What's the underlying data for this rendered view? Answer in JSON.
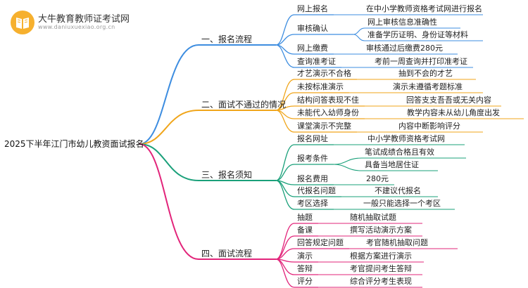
{
  "brand": {
    "name_cn": "大牛教育教师证考试网",
    "url": "www.daniuxuexiao.org.cn",
    "icon": "book-icon",
    "colors": {
      "circle": "#f6b02e",
      "book": "#ffffff"
    }
  },
  "root": {
    "label": "2025下半年江门市幼儿教资面试报名"
  },
  "colors": {
    "blue": "#3d8de0",
    "orange": "#f0a51a",
    "green": "#1aa07a",
    "pink": "#e2247a"
  },
  "branches": [
    {
      "label": "一、报名流程",
      "color": "blue",
      "children": [
        {
          "label": "网上报名",
          "leaves": [
            "在中小学教师资格考试网进行报名"
          ]
        },
        {
          "label": "审核确认",
          "leaves": [
            "网上审核信息准确性",
            "准备学历证明、身份证等材料"
          ]
        },
        {
          "label": "网上缴费",
          "leaves": [
            "审核通过后缴费280元"
          ]
        },
        {
          "label": "查询准考证",
          "leaves": [
            "考前一周查询并打印准考证"
          ]
        }
      ]
    },
    {
      "label": "二、面试不通过的情况",
      "color": "orange",
      "children": [
        {
          "label": "才艺演示不合格",
          "leaves": [
            "抽到不会的才艺"
          ]
        },
        {
          "label": "未按标准演示",
          "leaves": [
            "演示未遵循考题标准"
          ]
        },
        {
          "label": "结构问答表现不佳",
          "leaves": [
            "回答支支吾吾或无关内容"
          ]
        },
        {
          "label": "未能代入幼师身份",
          "leaves": [
            "教学内容未从幼儿角度出发"
          ]
        },
        {
          "label": "课堂演示不完整",
          "leaves": [
            "内容中断影响评分"
          ]
        }
      ]
    },
    {
      "label": "三、报名须知",
      "color": "green",
      "children": [
        {
          "label": "报名网址",
          "leaves": [
            "中小学教师资格考试网"
          ]
        },
        {
          "label": "报考条件",
          "leaves": [
            "笔试成绩合格且有效",
            "具备当地居住证"
          ]
        },
        {
          "label": "报名费用",
          "leaves": [
            "280元"
          ]
        },
        {
          "label": "代报名问题",
          "leaves": [
            "不建议代报名"
          ]
        },
        {
          "label": "考区选择",
          "leaves": [
            "一般只能选择一个考区"
          ]
        }
      ]
    },
    {
      "label": "四、面试流程",
      "color": "pink",
      "children": [
        {
          "label": "抽题",
          "leaves": [
            "随机抽取试题"
          ]
        },
        {
          "label": "备课",
          "leaves": [
            "撰写活动演示方案"
          ]
        },
        {
          "label": "回答规定问题",
          "leaves": [
            "考官随机抽取问题"
          ]
        },
        {
          "label": "演示",
          "leaves": [
            "根据方案进行演示"
          ]
        },
        {
          "label": "答辩",
          "leaves": [
            "考官提问考生答辩"
          ]
        },
        {
          "label": "评分",
          "leaves": [
            "综合评分考生表现"
          ]
        }
      ]
    }
  ]
}
